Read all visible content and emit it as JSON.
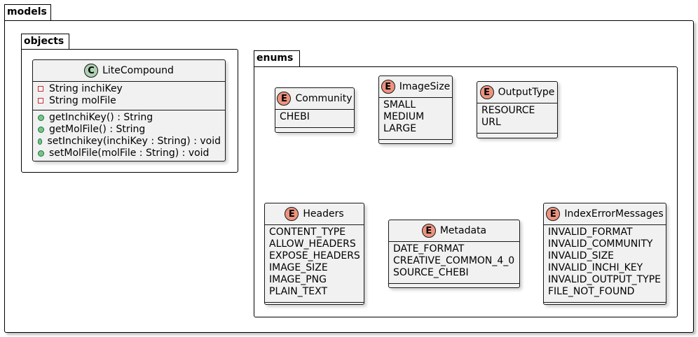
{
  "packages": {
    "models": {
      "label": "models"
    },
    "objects": {
      "label": "objects"
    },
    "enums": {
      "label": "enums"
    }
  },
  "classes": {
    "lite_compound": {
      "stereotype": "C",
      "name": "LiteCompound",
      "fields": [
        {
          "visibility": "private",
          "text": "String inchiKey"
        },
        {
          "visibility": "private",
          "text": "String molFile"
        }
      ],
      "methods": [
        {
          "visibility": "public",
          "text": "getInchiKey() : String"
        },
        {
          "visibility": "public",
          "text": "getMolFile() : String"
        },
        {
          "visibility": "public",
          "text": "setInchikey(inchiKey : String) : void"
        },
        {
          "visibility": "public",
          "text": "setMolFile(molFile : String) : void"
        }
      ]
    }
  },
  "enums": {
    "community": {
      "stereotype": "E",
      "name": "Community",
      "values": [
        "CHEBI"
      ]
    },
    "image_size": {
      "stereotype": "E",
      "name": "ImageSize",
      "values": [
        "SMALL",
        "MEDIUM",
        "LARGE"
      ]
    },
    "output_type": {
      "stereotype": "E",
      "name": "OutputType",
      "values": [
        "RESOURCE",
        "URL"
      ]
    },
    "headers": {
      "stereotype": "E",
      "name": "Headers",
      "values": [
        "CONTENT_TYPE",
        "ALLOW_HEADERS",
        "EXPOSE_HEADERS",
        "IMAGE_SIZE",
        "IMAGE_PNG",
        "PLAIN_TEXT"
      ]
    },
    "metadata": {
      "stereotype": "E",
      "name": "Metadata",
      "values": [
        "DATE_FORMAT",
        "CREATIVE_COMMON_4_0",
        "SOURCE_CHEBI"
      ]
    },
    "index_error_messages": {
      "stereotype": "E",
      "name": "IndexErrorMessages",
      "values": [
        "INVALID_FORMAT",
        "INVALID_COMMUNITY",
        "INVALID_SIZE",
        "INVALID_INCHI_KEY",
        "INVALID_OUTPUT_TYPE",
        "FILE_NOT_FOUND"
      ]
    }
  },
  "colors": {
    "enum_badge": "#eb937f",
    "class_badge": "#add1b2",
    "box_fill": "#f1f1f1"
  }
}
